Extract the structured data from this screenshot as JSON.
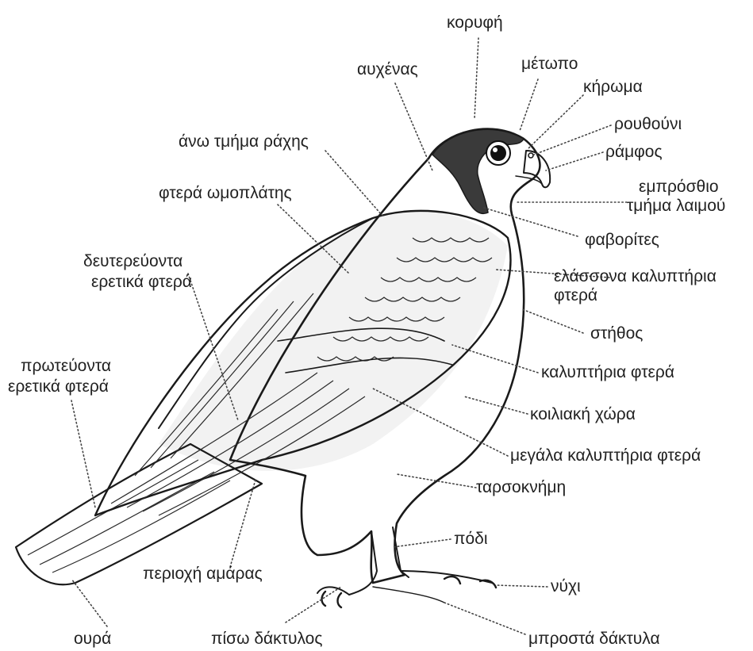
{
  "labels": {
    "koryfi": "κορυφή",
    "metopo": "μέτωπο",
    "kiroma": "κήρωμα",
    "routhouni": "ρουθούνι",
    "ramfos": "ράμφος",
    "lemos_1": "εμπρόσθιο",
    "lemos_2": "τμήμα λαιμού",
    "favorites": "φαβορίτες",
    "elassona_1": "ελάσσονα καλυπτήρια",
    "elassona_2": "φτερά",
    "stithos": "στήθος",
    "kalyptiria": "καλυπτήρια φτερά",
    "koiliaki": "κοιλιακή χώρα",
    "megala": "μεγάλα καλυπτήρια φτερά",
    "tarsoknimi": "ταρσοκνήμη",
    "podi": "πόδι",
    "nychi": "νύχι",
    "brosta": "μπροστά δάκτυλα",
    "piso": "πίσω δάκτυλος",
    "oura": "ουρά",
    "amara": "περιοχή αμάρας",
    "protevonta_1": "πρωτεύοντα",
    "protevonta_2": "ερετικά φτερά",
    "defterevonta_1": "δευτερεύοντα",
    "defterevonta_2": "ερετικά φτερά",
    "omoplatis": "φτερά ωμοπλάτης",
    "rachi": "άνω τμήμα ράχης",
    "auchenas": "αυχένας"
  }
}
